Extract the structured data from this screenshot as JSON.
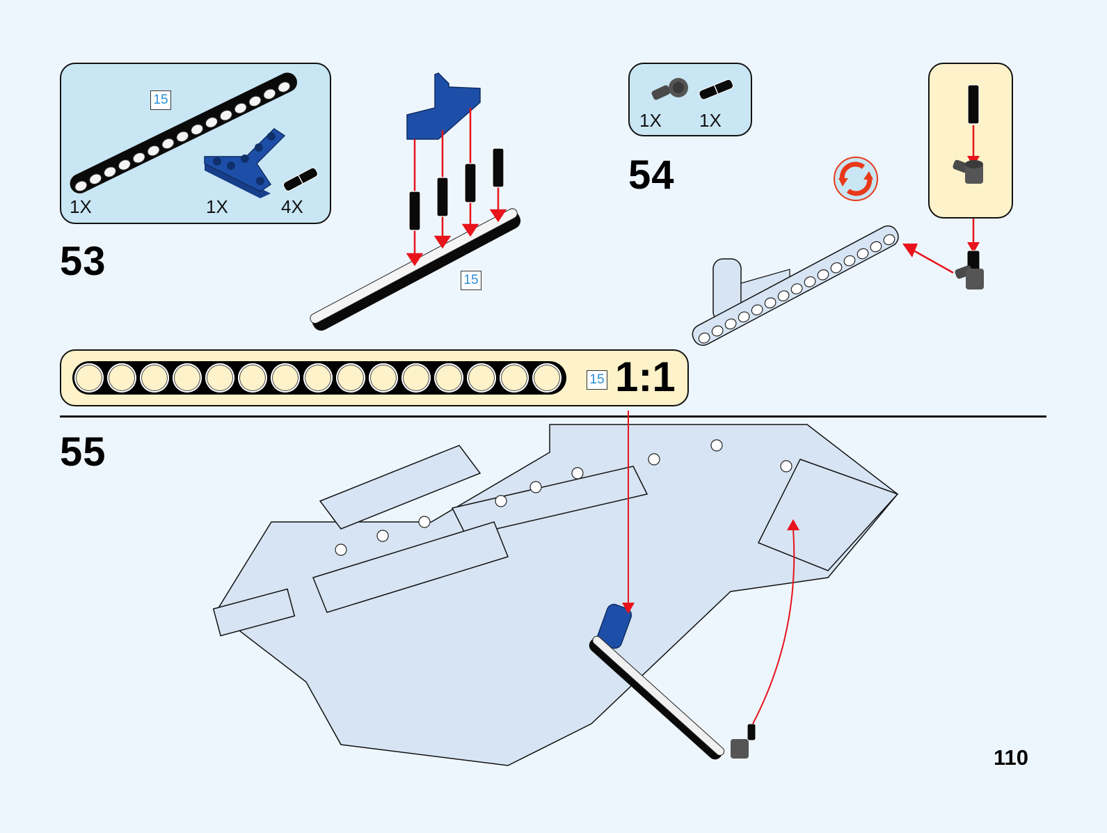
{
  "page": {
    "number": "110"
  },
  "colors": {
    "background": "#eef6fd",
    "parts_box": "#c9e6f4",
    "callout_box": "#fdf2c9",
    "arrow": "#e8131b",
    "beam_black": "#0a0a0a",
    "beam_blue": "#1e4fa8",
    "connector_gray": "#555555",
    "assembly_light": "#d6e4f3",
    "length_tag_text": "#2a8fd6"
  },
  "steps": [
    {
      "number": "53",
      "parts": [
        {
          "name": "beam-15-black",
          "quantity": "1X",
          "length_tag": "15"
        },
        {
          "name": "l-beam-blue",
          "quantity": "1X"
        },
        {
          "name": "connector-pin-black",
          "quantity": "4X"
        }
      ],
      "assembly_length_tag": "15"
    },
    {
      "number": "54",
      "parts": [
        {
          "name": "angle-connector-gray",
          "quantity": "1X"
        },
        {
          "name": "connector-pin-black",
          "quantity": "1X"
        }
      ],
      "rotate_icon": "rotate-model-icon"
    },
    {
      "number": "55"
    }
  ],
  "ruler": {
    "holes": 15,
    "length_tag": "15",
    "scale": "1:1"
  }
}
